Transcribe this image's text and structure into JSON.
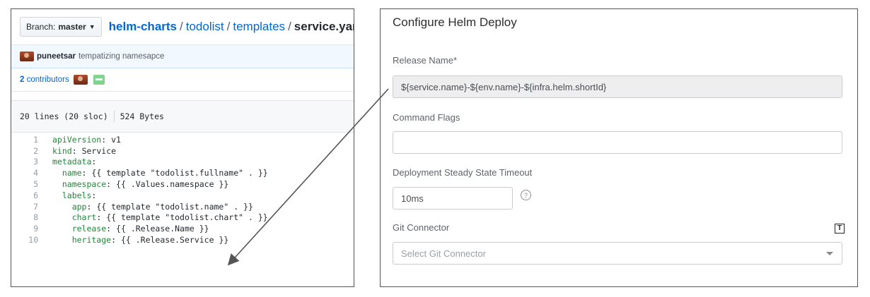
{
  "github": {
    "branch_prefix": "Branch:",
    "branch_name": "master",
    "breadcrumb": {
      "repo": "helm-charts",
      "sep": "/",
      "folder1": "todolist",
      "folder2": "templates",
      "file": "service.yaml"
    },
    "commit": {
      "author": "puneetsar",
      "message": "tempatizing namesapce"
    },
    "contributors": {
      "count": "2",
      "label": "contributors"
    },
    "file_info": {
      "lines": "20 lines (20 sloc)",
      "size": "524 Bytes"
    },
    "code_lines": [
      {
        "n": "1",
        "key": "apiVersion",
        "val": "v1"
      },
      {
        "n": "2",
        "key": "kind",
        "val": "Service"
      },
      {
        "n": "3",
        "key": "metadata",
        "val": ""
      },
      {
        "n": "4",
        "key": "  name",
        "val": "{{ template \"todolist.fullname\" . }}"
      },
      {
        "n": "5",
        "key": "  namespace",
        "val": "{{ .Values.namespace }}"
      },
      {
        "n": "6",
        "key": "  labels",
        "val": ""
      },
      {
        "n": "7",
        "key": "    app",
        "val": "{{ template \"todolist.name\" . }}"
      },
      {
        "n": "8",
        "key": "    chart",
        "val": "{{ template \"todolist.chart\" . }}"
      },
      {
        "n": "9",
        "key": "    release",
        "val": "{{ .Release.Name }}"
      },
      {
        "n": "10",
        "key": "    heritage",
        "val": "{{ .Release.Service }}"
      }
    ]
  },
  "harness": {
    "title": "Configure Helm Deploy",
    "release_name_label": "Release Name*",
    "release_name_value": "${service.name}-${env.name}-${infra.helm.shortId}",
    "command_flags_label": "Command Flags",
    "command_flags_value": "",
    "timeout_label": "Deployment Steady State Timeout",
    "timeout_value": "10ms",
    "help_icon": "question-circle-icon",
    "git_connector_label": "Git Connector",
    "template_icon_glyph": "T",
    "git_connector_placeholder": "Select Git Connector"
  },
  "colors": {
    "link": "#0366d6",
    "key": "#22863a",
    "arrow": "#555555"
  }
}
